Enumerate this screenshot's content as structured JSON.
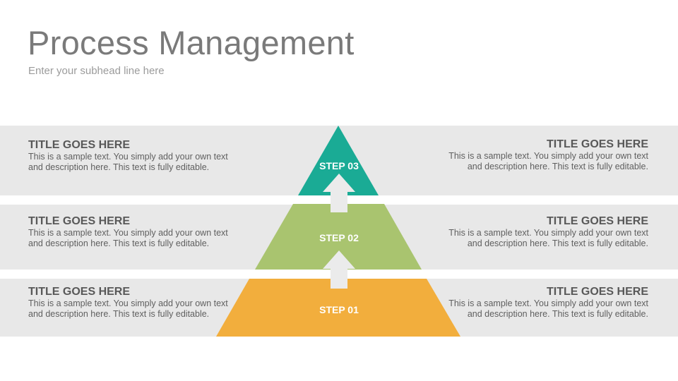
{
  "header": {
    "title": "Process Management",
    "subtitle": "Enter your subhead line here"
  },
  "colors": {
    "band": "#e8e8e8",
    "step3": "#1aab95",
    "step2": "#a9c46f",
    "step1": "#f2ae3d",
    "arrow": "#ebebeb"
  },
  "rows": [
    {
      "step": "STEP 03",
      "left": {
        "title": "TITLE GOES HERE",
        "text": "This is a sample text. You simply add your own text and description here. This text is fully editable."
      },
      "right": {
        "title": "TITLE GOES HERE",
        "text": "This is a sample text. You simply add your own text and description here. This text is fully editable."
      }
    },
    {
      "step": "STEP 02",
      "left": {
        "title": "TITLE GOES HERE",
        "text": "This is a sample text. You simply add your own text and description here. This text is fully editable."
      },
      "right": {
        "title": "TITLE GOES HERE",
        "text": "This is a sample text. You simply add your own text and description here. This text is fully editable."
      }
    },
    {
      "step": "STEP 01",
      "left": {
        "title": "TITLE GOES HERE",
        "text": "This is a sample text. You simply add your own text and description here. This text is fully editable."
      },
      "right": {
        "title": "TITLE GOES HERE",
        "text": "This is a sample text. You simply add your own text and description here. This text is fully editable."
      }
    }
  ]
}
